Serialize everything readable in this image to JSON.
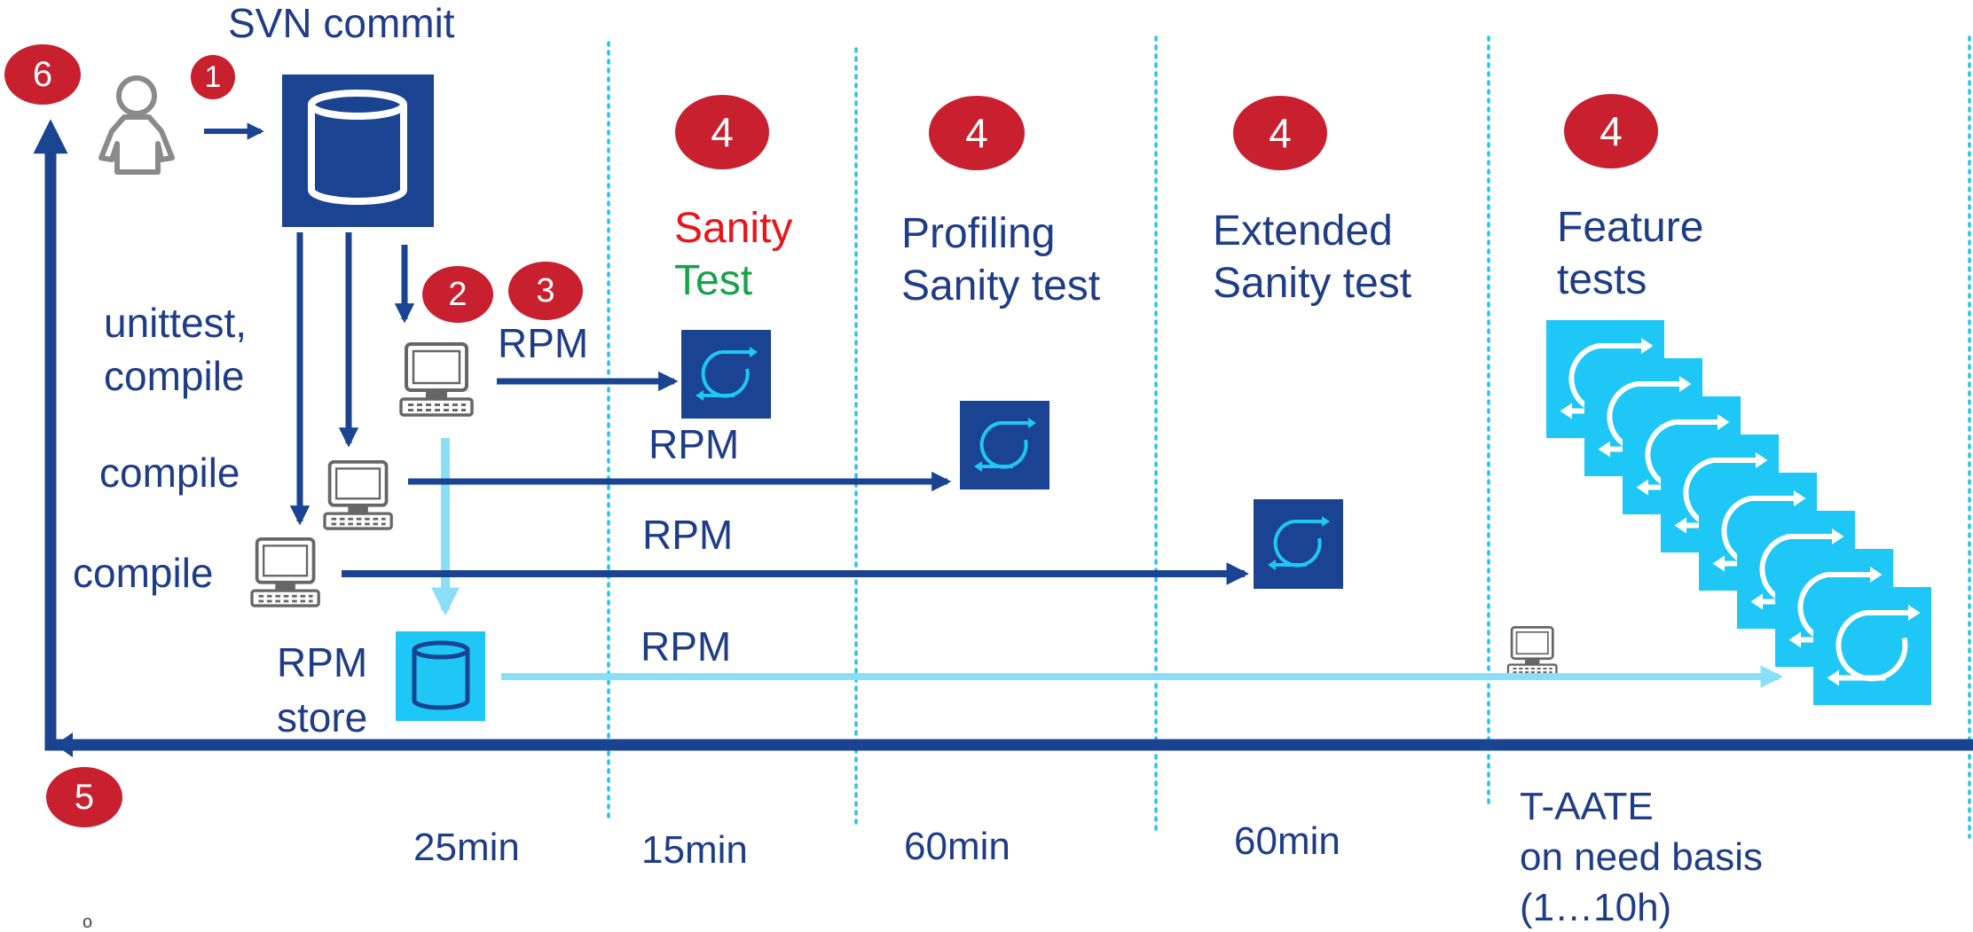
{
  "header": {
    "svn_commit": "SVN commit"
  },
  "steps": {
    "s1": "1",
    "s2": "2",
    "s3": "3",
    "s4": "4",
    "s5": "5",
    "s6": "6"
  },
  "stages": {
    "sanity": {
      "line1": "Sanity",
      "line2": "Test"
    },
    "profiling": {
      "line1": "Profiling",
      "line2": "Sanity test"
    },
    "extended": {
      "line1": "Extended",
      "line2": "Sanity test"
    },
    "feature": {
      "line1": "Feature",
      "line2": "tests"
    }
  },
  "builders": {
    "unittest": {
      "line1": "unittest,",
      "line2": "compile"
    },
    "compile1": "compile",
    "compile2": "compile"
  },
  "artifacts": {
    "rpm": "RPM",
    "rpm_store_line1": "RPM",
    "rpm_store_line2": "store"
  },
  "durations": {
    "d1": "25min",
    "d2": "15min",
    "d3": "60min",
    "d4": "60min",
    "feature_line1": "T-AATE",
    "feature_line2": "on need basis",
    "feature_line3": "(1…10h)"
  },
  "footnote": "o",
  "colors": {
    "navy": "#1a4392",
    "text": "#1f3d87",
    "light_blue": "#1ec7f5",
    "light_arrow": "#8adff8",
    "red_badge": "#c8202f",
    "sanity_red": "#e8151c",
    "sanity_green": "#17a24a",
    "divider": "#28c3ea",
    "computer_gray": "#666666"
  },
  "icons": [
    "user-icon",
    "database-icon",
    "computer-icon",
    "cycle-test-icon",
    "rpm-store-icon"
  ]
}
